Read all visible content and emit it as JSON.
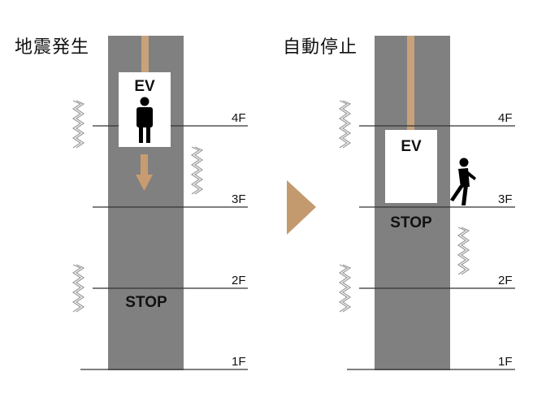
{
  "left_panel": {
    "title": "地震発生",
    "car_label": "EV",
    "stop_label": "STOP",
    "floors": [
      "4F",
      "3F",
      "2F",
      "1F"
    ]
  },
  "right_panel": {
    "title": "自動停止",
    "car_label": "EV",
    "stop_label": "STOP",
    "floors": [
      "4F",
      "3F",
      "2F",
      "1F"
    ]
  },
  "colors": {
    "shaft": "#808080",
    "cable": "#c7a27a",
    "arrow": "#c89c70",
    "line": "#333333",
    "car": "#ffffff",
    "figure": "#000000",
    "wave": "#9a9a9a"
  },
  "icons": [
    "person-icon",
    "walking-person-icon",
    "vibration-wave-icon",
    "down-arrow-icon",
    "proceed-arrow-icon"
  ]
}
